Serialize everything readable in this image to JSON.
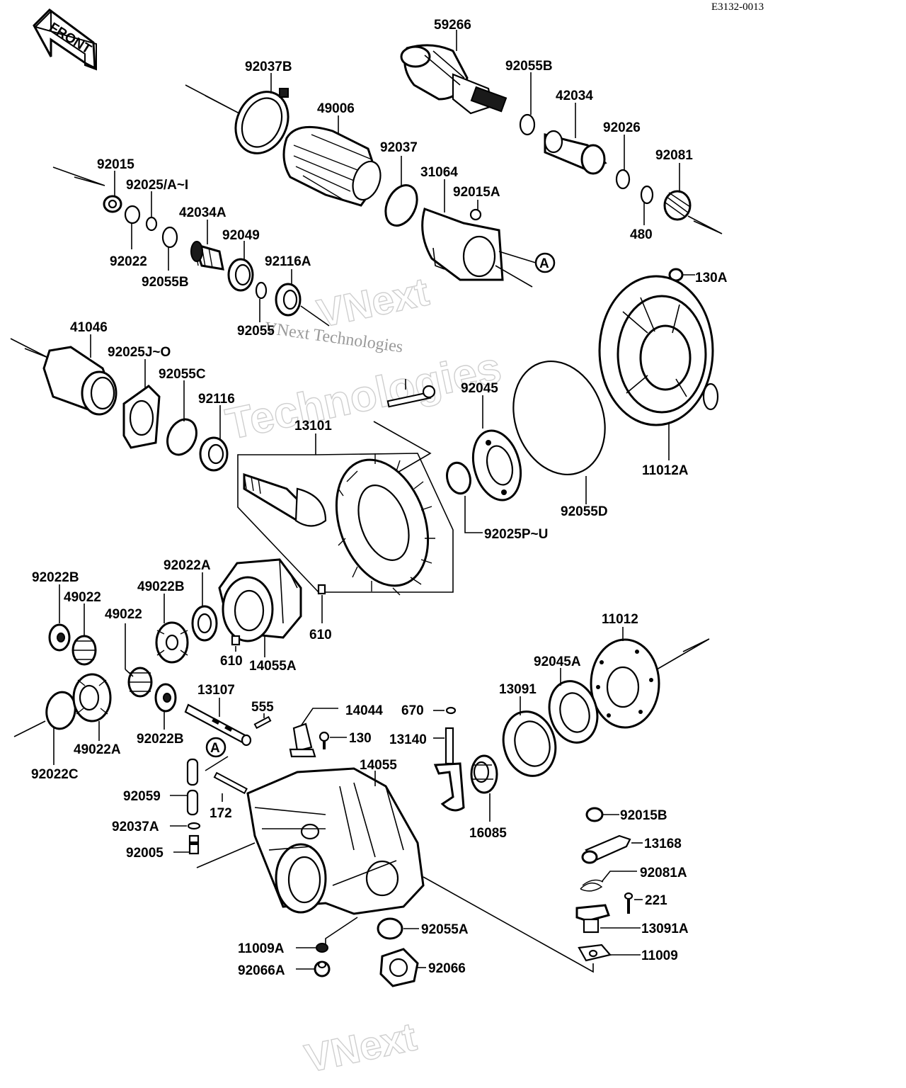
{
  "diagram_code": "E3132-0013",
  "front_label": "FRONT",
  "ref_marker": "A",
  "watermark": {
    "line1": "VNext",
    "line2": "Technologies",
    "line3": "VNext Technologies"
  },
  "parts": {
    "p59266": "59266",
    "p92055B_top": "92055B",
    "p42034": "42034",
    "p92026": "92026",
    "p92081": "92081",
    "p480": "480",
    "p92037B": "92037B",
    "p49006": "49006",
    "p92037": "92037",
    "p31064": "31064",
    "p92015A": "92015A",
    "p92015": "92015",
    "p92025A_I": "92025/A~I",
    "p42034A": "42034A",
    "p92049": "92049",
    "p92116A": "92116A",
    "p92022": "92022",
    "p92055B": "92055B",
    "p92055": "92055",
    "p130A": "130A",
    "p41046": "41046",
    "p92025J_O": "92025J~O",
    "p92055C": "92055C",
    "p92116": "92116",
    "p92045": "92045",
    "p13101": "13101",
    "p11012A": "11012A",
    "p92055D": "92055D",
    "p92025P_U": "92025P~U",
    "p92022B_a": "92022B",
    "p49022_a": "49022",
    "p92022A": "92022A",
    "p49022B": "49022B",
    "p49022_b": "49022",
    "p610_a": "610",
    "p610_b": "610",
    "p14055A": "14055A",
    "p13107": "13107",
    "p555": "555",
    "p92022B_b": "92022B",
    "p49022A": "49022A",
    "p92022C": "92022C",
    "p11012": "11012",
    "p92045A": "92045A",
    "p13091": "13091",
    "p14044": "14044",
    "p670": "670",
    "p130": "130",
    "p13140": "13140",
    "p14055": "14055",
    "p92059": "92059",
    "p172": "172",
    "p92037A": "92037A",
    "p92005": "92005",
    "p16085": "16085",
    "p92015B": "92015B",
    "p13168": "13168",
    "p92081A": "92081A",
    "p221": "221",
    "p13091A": "13091A",
    "p11009": "11009",
    "p11009A": "11009A",
    "p92066A": "92066A",
    "p92055A": "92055A",
    "p92066": "92066"
  }
}
